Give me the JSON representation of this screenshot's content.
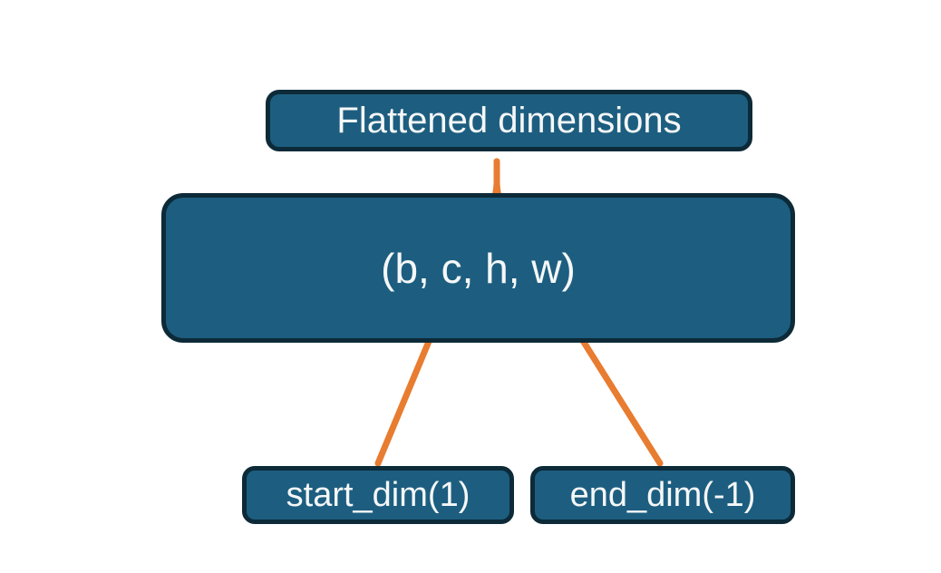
{
  "diagram": {
    "top_box": {
      "label": "Flattened dimensions"
    },
    "main_box": {
      "label": "(b, c, h, w)"
    },
    "param_boxes": [
      {
        "label": "start_dim(1)"
      },
      {
        "label": "end_dim(-1)"
      }
    ]
  },
  "colors": {
    "box_fill": "#1d5e80",
    "box_border": "#0d2a38",
    "arrow": "#e87c30",
    "text": "#f5f7f7",
    "background": "#ffffff"
  }
}
